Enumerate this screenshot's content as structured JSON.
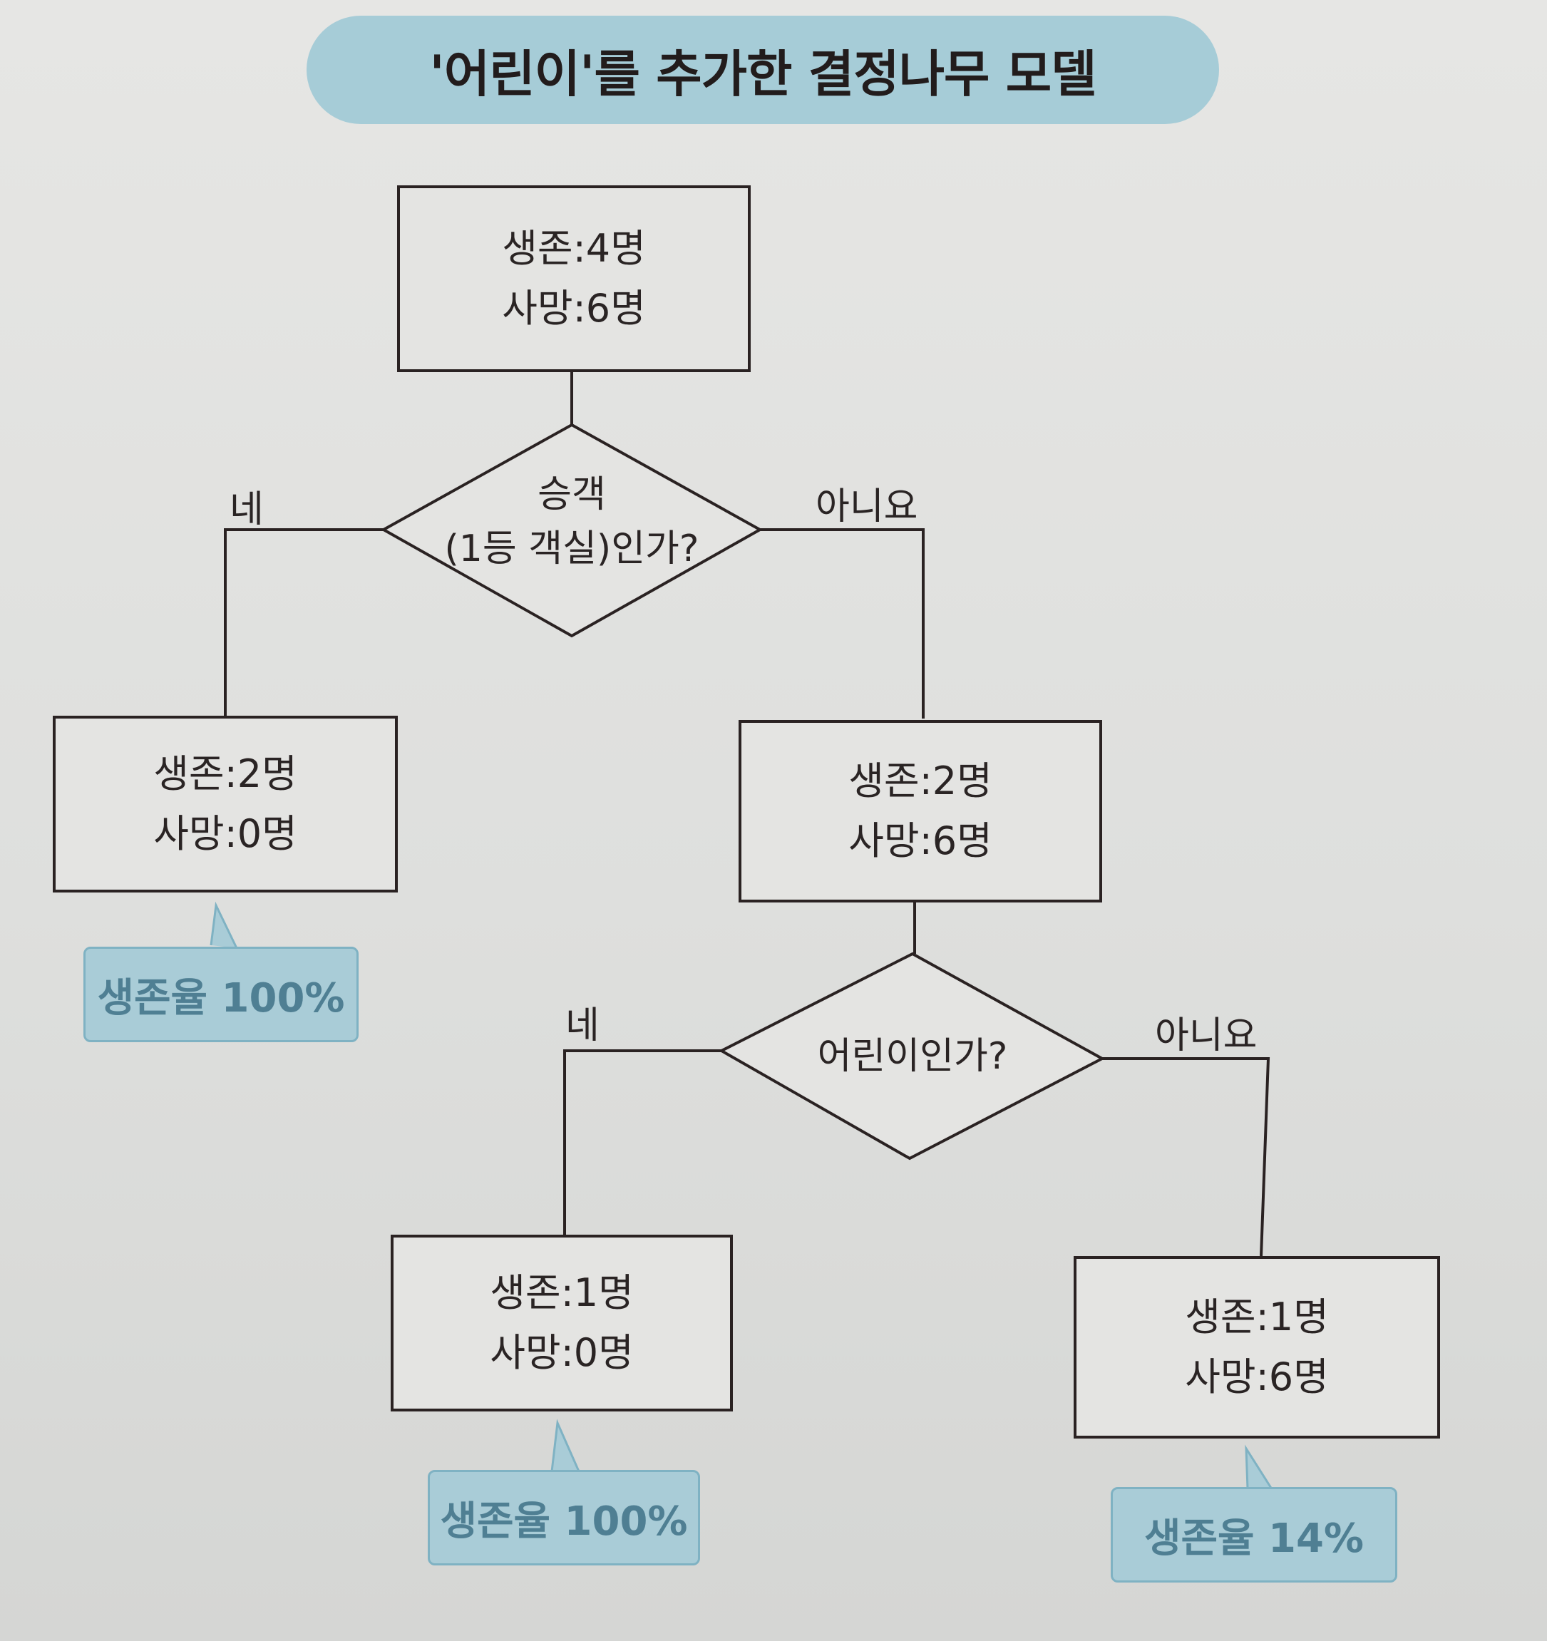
{
  "title": "'어린이'를 추가한 결정나무 모델",
  "root": {
    "line1": "생존:4명",
    "line2": "사망:6명"
  },
  "decision1": {
    "line1": "승객",
    "line2": "(1등 객실)인가?",
    "yes_label": "네",
    "no_label": "아니요"
  },
  "left_leaf": {
    "line1": "생존:2명",
    "line2": "사망:0명",
    "callout": "생존율 100%"
  },
  "right_node": {
    "line1": "생존:2명",
    "line2": "사망:6명"
  },
  "decision2": {
    "text": "어린이인가?",
    "yes_label": "네",
    "no_label": "아니요"
  },
  "child_yes_leaf": {
    "line1": "생존:1명",
    "line2": "사망:0명",
    "callout": "생존율 100%"
  },
  "child_no_leaf": {
    "line1": "생존:1명",
    "line2": "사망:6명",
    "callout": "생존율 14%"
  },
  "colors": {
    "callout_fill": "#a9ccd7",
    "callout_text": "#4f7f93",
    "title_fill": "#a6ccd7",
    "line": "#2a2222"
  }
}
